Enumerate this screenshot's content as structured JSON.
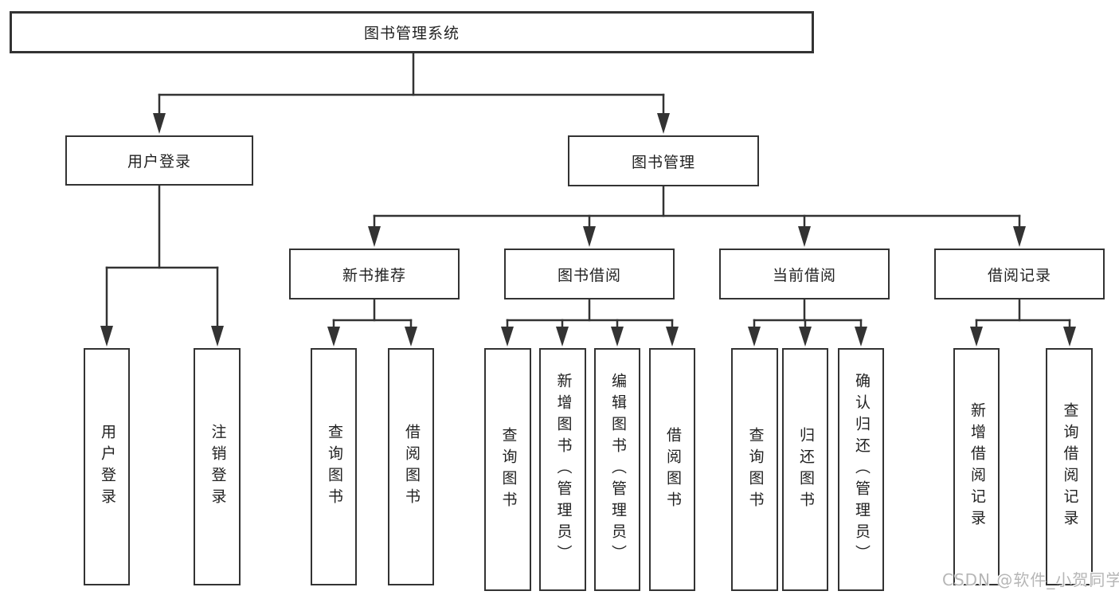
{
  "tree": {
    "label": "图书管理系统",
    "children": [
      {
        "label": "用户登录",
        "children": [
          {
            "label": "用户登录"
          },
          {
            "label": "注销登录"
          }
        ]
      },
      {
        "label": "图书管理",
        "children": [
          {
            "label": "新书推荐",
            "children": [
              {
                "label": "查询图书"
              },
              {
                "label": "借阅图书"
              }
            ]
          },
          {
            "label": "图书借阅",
            "children": [
              {
                "label": "查询图书"
              },
              {
                "label": "新增图书（管理员）"
              },
              {
                "label": "编辑图书（管理员）"
              },
              {
                "label": "借阅图书"
              }
            ]
          },
          {
            "label": "当前借阅",
            "children": [
              {
                "label": "查询图书"
              },
              {
                "label": "归还图书"
              },
              {
                "label": "确认归还（管理员）"
              }
            ]
          },
          {
            "label": "借阅记录",
            "children": [
              {
                "label": "新增借阅记录"
              },
              {
                "label": "查询借阅记录"
              }
            ]
          }
        ]
      }
    ]
  },
  "watermark": {
    "text": "CSDN @软件_小贺同学"
  },
  "colors": {
    "line": "#333333",
    "text": "#222222",
    "box_background": "#ffffff",
    "page_background": "#ffffff",
    "watermark": "#b6b6b6"
  }
}
